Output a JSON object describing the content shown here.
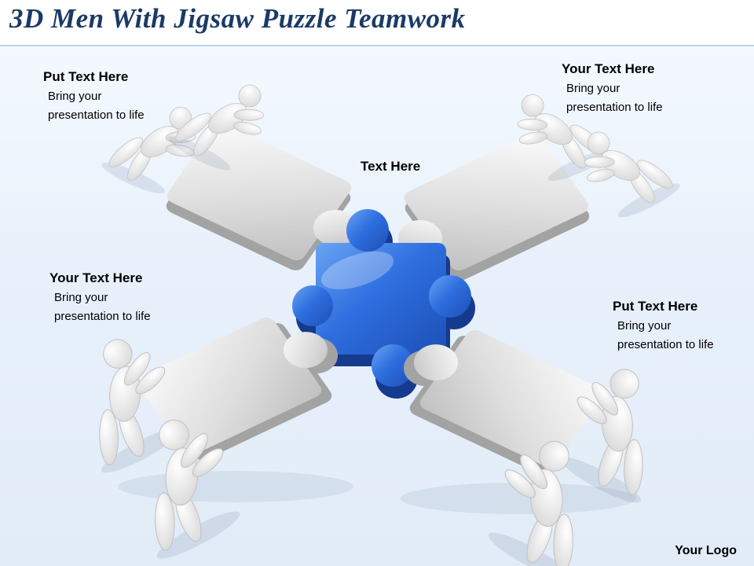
{
  "slide": {
    "title": "3D Men With Jigsaw Puzzle Teamwork",
    "logo_text": "Your Logo"
  },
  "placeholders": {
    "top_left": {
      "heading": "Put Text Here",
      "body_line1": "Bring your",
      "body_line2": "presentation to life"
    },
    "top_right": {
      "heading": "Your Text Here",
      "body_line1": "Bring your",
      "body_line2": "presentation to life"
    },
    "center": {
      "heading": "Text Here"
    },
    "mid_left": {
      "heading": "Your Text Here",
      "body_line1": "Bring your",
      "body_line2": "presentation to life"
    },
    "mid_right": {
      "heading": "Put Text Here",
      "body_line1": "Bring your",
      "body_line2": "presentation to life"
    }
  },
  "graphics": {
    "center_piece": "blue-jigsaw-piece",
    "corner_pieces": "gray-jigsaw-pieces",
    "figures": "3d-men-pushing-puzzle-pieces"
  },
  "colors": {
    "title_text": "#1b3a66",
    "center_piece_blue": "#2f6fe0",
    "center_piece_blue_dark": "#153a8e",
    "gray_piece": "#d9d9d9",
    "background_tint": "#e7f0fa",
    "divider": "#b9d3ee"
  }
}
